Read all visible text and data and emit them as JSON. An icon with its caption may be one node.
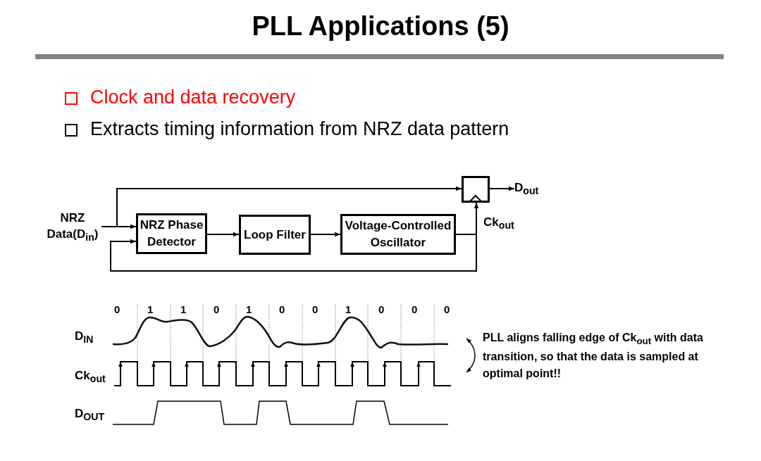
{
  "diagram": {
    "title": "PLL Applications (5)",
    "nodes": [
      {
        "text": [
          "NRZ Data(D$_{in}$)"
        ]
      },
      {
        "text": [
          "NRZ Phase Detector"
        ]
      },
      {
        "text": [
          "Loop Filter"
        ]
      },
      {
        "text": [
          "Voltage-Controlled Oscillator"
        ]
      },
      {
        "text": [],
        "shape": "box"
      },
      {
        "text": [
          "D$_{out}$"
        ]
      }
    ],
    "edges": [
      {
        "from": 0,
        "to": 1,
        "arrow": "to"
      },
      {
        "from": 0,
        "to": 4,
        "arrow": "to"
      },
      {
        "from": 1,
        "to": 2,
        "arrow": "to"
      },
      {
        "from": 2,
        "to": 3,
        "arrow": "to"
      },
      {
        "from": 3,
        "to": 4,
        "arrow": "to"
      },
      {
        "from": 3,
        "to": 1,
        "arrow": "to"
      },
      {
        "from": 4,
        "to": 5,
        "arrow": "to"
      }
    ],
    "labels": [
      "Clock and data recovery",
      "Extracts timing information from NRZ data pattern",
      "Ck$_{out}$",
      "0",
      "1",
      "1",
      "0",
      "1",
      "0",
      "0",
      "1",
      "0",
      "0",
      "0",
      "D$_{IN}$",
      "Ck$_{out}$",
      "D$_{OUT}$",
      "PLL aligns falling edge of Ck$_{out}$ with data transition, so that the data is sampled at optimal point!!"
    ]
  }
}
